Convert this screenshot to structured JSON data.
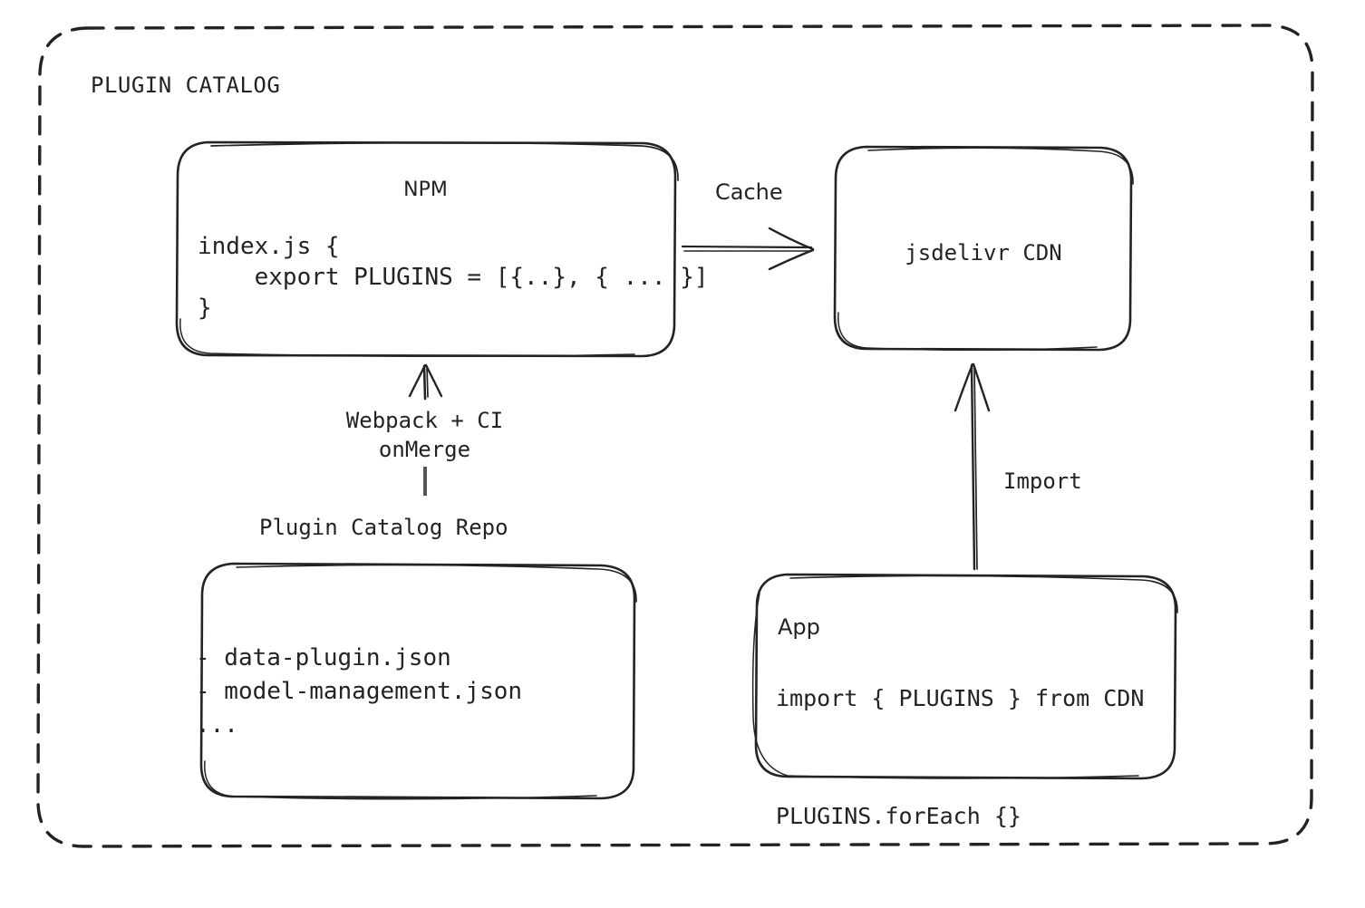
{
  "diagram": {
    "type": "architecture-flow",
    "title": "PLUGIN CATALOG",
    "background_color": "#ffffff",
    "stroke_color": "#232323",
    "nodes": {
      "npm": {
        "title": "NPM",
        "code_lines": "index.js {\n    export PLUGINS = [{..}, { ... }]\n}"
      },
      "cdn": {
        "title": "jsdelivr CDN"
      },
      "repo": {
        "label": "Plugin Catalog Repo",
        "file_lines": "- data-plugin.json\n- model-management.json\n..."
      },
      "app": {
        "title": "App",
        "code_lines": "import { PLUGINS } from CDN\n\nPLUGINS.forEach {}"
      }
    },
    "edges": {
      "npm_to_cdn": {
        "label": "Cache"
      },
      "repo_to_npm": {
        "label": "Webpack + CI\nonMerge"
      },
      "app_to_cdn": {
        "label": "Import"
      }
    }
  }
}
